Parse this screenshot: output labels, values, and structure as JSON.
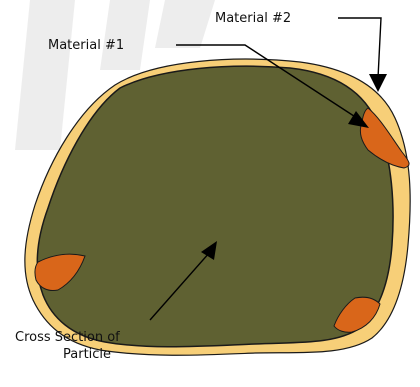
{
  "labels": {
    "material_2": "Material #2",
    "material_1": "Material #1",
    "cross_section_line1": "Cross Section of",
    "cross_section_line2": "Particle"
  },
  "colors": {
    "particle_fill": "#5f6132",
    "outer_coating": "#f7cf78",
    "inner_coating": "#d9661a",
    "outline": "#1a1a1a",
    "background": "#ffffff",
    "watermark": "#ededed"
  }
}
